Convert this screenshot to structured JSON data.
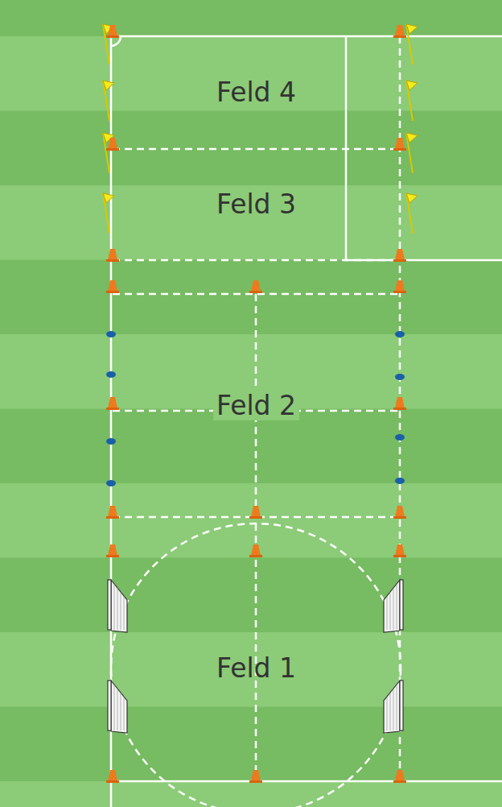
{
  "diagram": {
    "nodes": [
      {
        "text": [
          "Feld 4"
        ]
      },
      {
        "text": [
          "Feld 3"
        ]
      },
      {
        "text": [
          "Feld 2"
        ]
      },
      {
        "text": [
          "Feld 1"
        ]
      }
    ]
  }
}
